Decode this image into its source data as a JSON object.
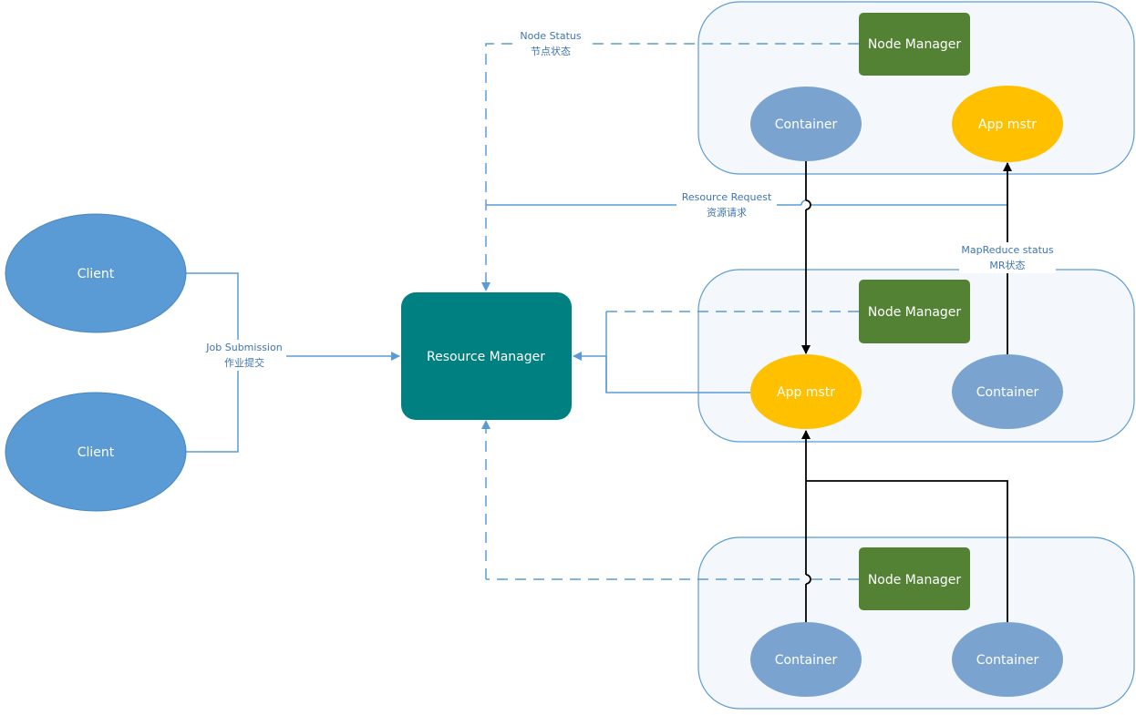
{
  "clients": [
    {
      "label": "Client"
    },
    {
      "label": "Client"
    }
  ],
  "resource_manager": {
    "label": "Resource Manager"
  },
  "nodes": [
    {
      "node_manager": {
        "label": "Node Manager"
      },
      "units": [
        {
          "label": "Container",
          "kind": "container"
        },
        {
          "label": "App mstr",
          "kind": "app-master"
        }
      ]
    },
    {
      "node_manager": {
        "label": "Node Manager"
      },
      "units": [
        {
          "label": "App mstr",
          "kind": "app-master"
        },
        {
          "label": "Container",
          "kind": "container"
        }
      ]
    },
    {
      "node_manager": {
        "label": "Node Manager"
      },
      "units": [
        {
          "label": "Container",
          "kind": "container"
        },
        {
          "label": "Container",
          "kind": "container"
        }
      ]
    }
  ],
  "edges": {
    "job_submission": {
      "en": "Job Submission",
      "zh": "作业提交"
    },
    "node_status": {
      "en": "Node Status",
      "zh": "节点状态"
    },
    "resource_request": {
      "en": "Resource Request",
      "zh": "资源请求"
    },
    "mapreduce_status": {
      "en": "MapReduce status",
      "zh": "MR状态"
    }
  },
  "colors": {
    "client": "#5b9bd5",
    "resource_manager": "#008080",
    "node_manager": "#548235",
    "container": "#7ba3d0",
    "app_master": "#ffc000",
    "node_border": "#5b9bd5",
    "node_fill": "#f4f8fc",
    "blue_line": "#5b9bd5",
    "black_line": "#000000"
  }
}
